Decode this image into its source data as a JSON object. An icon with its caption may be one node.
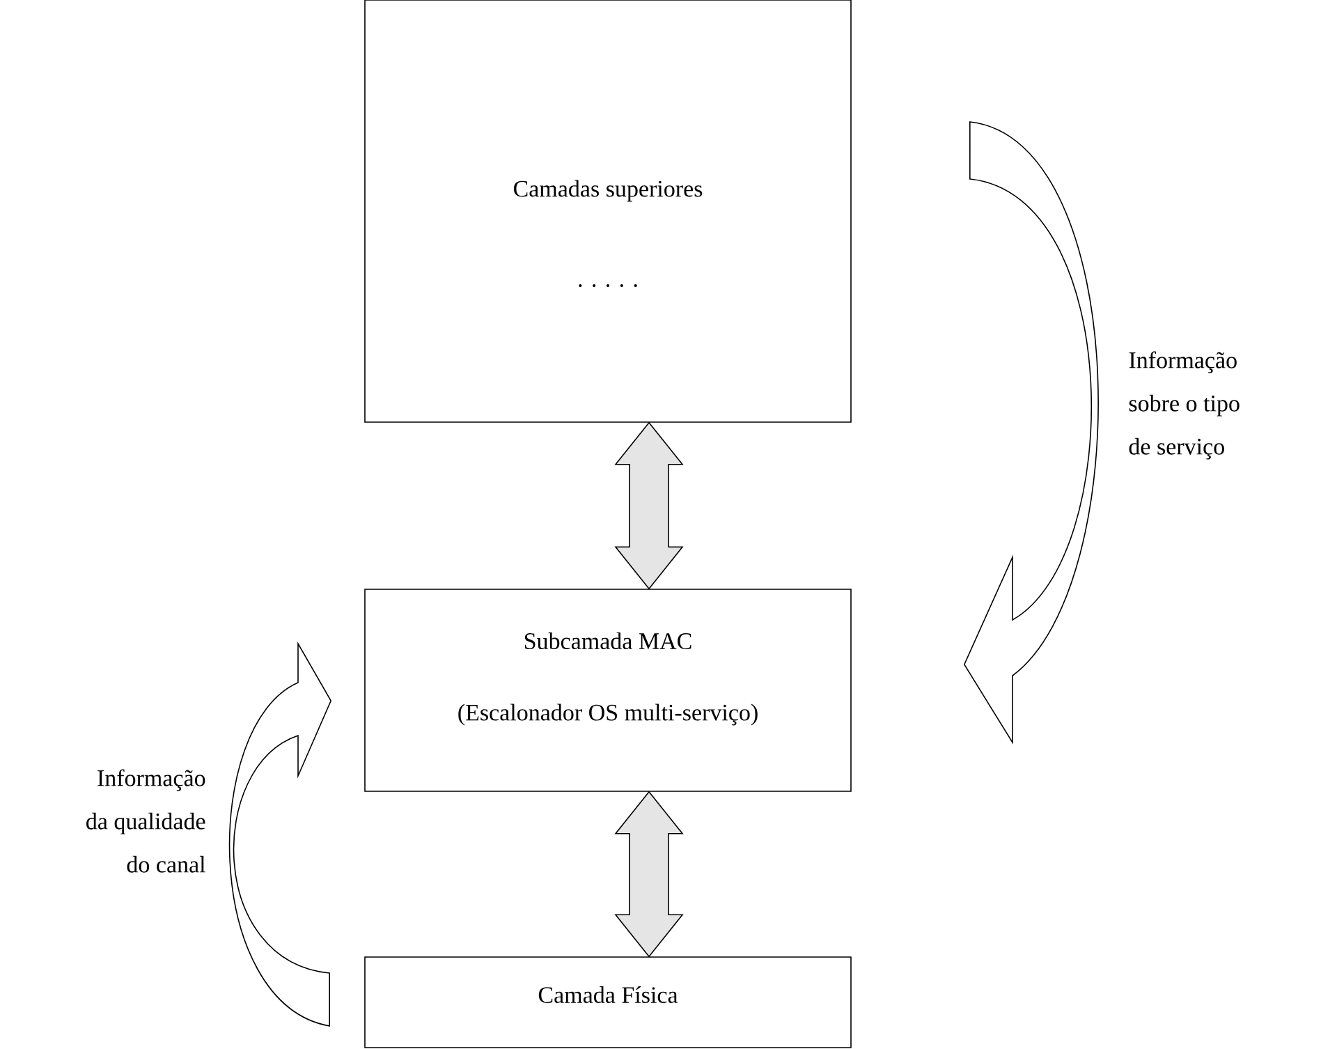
{
  "diagram": {
    "nodes": [
      {
        "text": [
          "Camadas superiores",
          ". . . . ."
        ]
      },
      {
        "text": [
          "Subcamada MAC",
          "(Escalonador OS multi-serviço)"
        ]
      },
      {
        "text": [
          "Camada Física"
        ]
      }
    ],
    "edges": [
      {
        "from": 0,
        "to": 1,
        "arrow": "both"
      },
      {
        "from": 1,
        "to": 2,
        "arrow": "both"
      },
      {
        "from": 0,
        "to": 1,
        "arrow": "to",
        "label": "Informação sobre o tipo de serviço"
      },
      {
        "from": 2,
        "to": 1,
        "arrow": "to",
        "label": "Informação da qualidade do canal"
      }
    ]
  }
}
